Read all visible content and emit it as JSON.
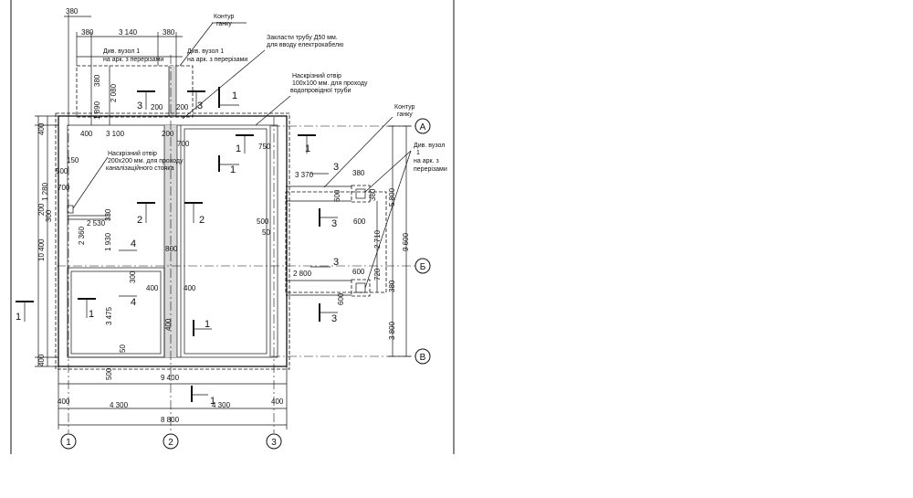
{
  "axes": {
    "rows": [
      "А",
      "Б",
      "В"
    ],
    "cols": [
      "1",
      "2",
      "3"
    ]
  },
  "notes": {
    "kontur_ganku_top": [
      "Контур",
      "ганку"
    ],
    "div_vuzol_left": [
      "Див. вузол 1",
      "на арк. з перерізами"
    ],
    "div_vuzol_mid": [
      "Див. вузол 1",
      "на арк. з перерізами"
    ],
    "zaklasty_trubu": [
      "Закласти трубу Д50 мм.",
      "для вводу електрокабелю"
    ],
    "naskriznyi_100": [
      "Наскрізний отвір",
      "100х100 мм. для проходу",
      "водопровідної труби"
    ],
    "kontur_ganku_right": [
      "Контур",
      "ганку"
    ],
    "div_vuzol_right": [
      "Див. вузол",
      "1",
      "на арк. з",
      "перерізами"
    ],
    "naskriznyi_200": [
      "Наскрізний отвір",
      "200х200 мм. для проходу",
      "каналізаційного стояка"
    ]
  },
  "dims": {
    "d380a": "380",
    "d380b": "380",
    "d3140": "3 140",
    "d380c": "380",
    "d1890": "1 890",
    "d2080": "2 080",
    "d200a": "200",
    "d200b": "200",
    "d400a": "400",
    "d400b": "400",
    "d3100": "3 100",
    "d200c": "200",
    "d700a": "700",
    "d750": "750",
    "d150": "150",
    "d500a": "500",
    "d700b": "700",
    "d1280": "1 280",
    "d200d": "200",
    "d300a": "300",
    "d2530": "2 530",
    "d330": "330",
    "d2360": "2 360",
    "d1930": "1 930",
    "d800a": "800",
    "d500b": "500",
    "d50a": "50",
    "d3370": "3 370",
    "d380d": "380",
    "d600a": "600",
    "d600b": "600",
    "d380e": "380",
    "d2710": "2 710",
    "d5800": "5 800",
    "d9600": "9 600",
    "d10400": "10 400",
    "d2800": "2 800",
    "d600c": "600",
    "d720": "720",
    "d380f": "380",
    "d600d": "600",
    "d3800": "3 800",
    "d300b": "300",
    "d400c": "400",
    "d400d": "400",
    "d3475": "3 475",
    "d400e": "400",
    "d50b": "50",
    "d400f": "400",
    "d500c": "500",
    "d9400": "9 400",
    "d400g": "400",
    "d4300a": "4 300",
    "d4300b": "4 300",
    "d400h": "400",
    "d8800": "8 800"
  },
  "sections": {
    "s1": "1",
    "s3": "3",
    "s4": "4",
    "s2": "2"
  }
}
